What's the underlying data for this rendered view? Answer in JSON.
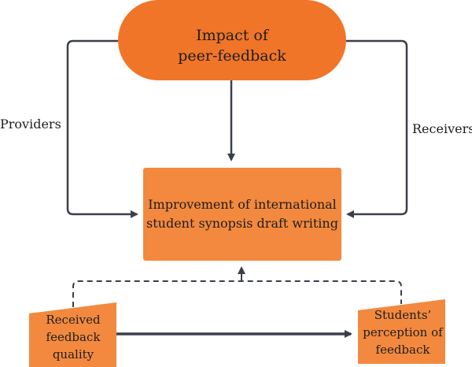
{
  "nodes": {
    "impact": {
      "line1": "Impact of",
      "line2": "peer-feedback"
    },
    "improvement": {
      "line1": "Improvement of international",
      "line2": "student synopsis draft writing"
    },
    "received": {
      "line1": "Received",
      "line2": "feedback",
      "line3": "quality"
    },
    "perception": {
      "line1": "Students’",
      "line2": "perception of",
      "line3": "feedback"
    }
  },
  "edge_labels": {
    "providers": "Providers",
    "receivers": "Receivers"
  },
  "colors": {
    "impact_fill": "#f07528",
    "box_fill": "#f3893e",
    "arrow": "#3a3f4b",
    "text": "#1e1e1e"
  }
}
